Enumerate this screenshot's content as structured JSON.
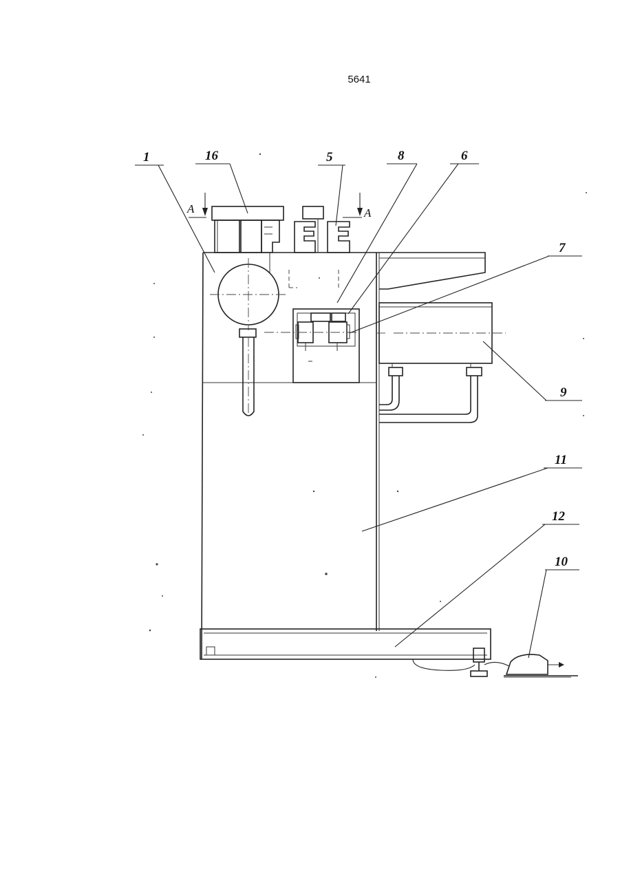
{
  "page": {
    "number": "5641"
  },
  "section_marks": [
    "A",
    "A"
  ],
  "callouts": [
    "1",
    "16",
    "5",
    "8",
    "6",
    "7",
    "9",
    "11",
    "12",
    "10"
  ]
}
